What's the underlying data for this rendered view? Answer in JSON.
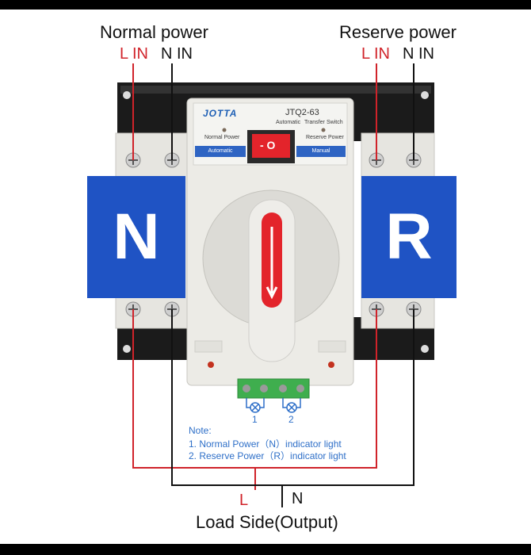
{
  "labels": {
    "normal_power": "Normal power",
    "reserve_power": "Reserve power",
    "l_in": "L IN",
    "n_in": "N IN",
    "load_l": "L",
    "load_n": "N",
    "load_side": "Load Side(Output)"
  },
  "device": {
    "brand": "JOTTA",
    "model": "JTQ2-63",
    "subtitle_1": "Automatic",
    "subtitle_2": "Transfer",
    "subtitle_3": "Switch",
    "normal_power_label": "Normal Power",
    "reserve_power_label": "Reserve Power",
    "mode_automatic": "Automatic",
    "mode_manual": "Manual",
    "toggle_text": "- O",
    "module_left": "N",
    "module_right": "R"
  },
  "indicators": {
    "num_1": "1",
    "num_2": "2"
  },
  "note": {
    "title": "Note:",
    "line1": "1. Normal Power（N）indicator light",
    "line2": "2. Reserve Power（R）indicator light"
  },
  "colors": {
    "wire_red": "#d0232a",
    "wire_black": "#111111",
    "module_blue": "#1f53c4",
    "body": "#ecebe6",
    "terminal_green": "#3fae4e",
    "note_blue": "#2e6fc8"
  }
}
